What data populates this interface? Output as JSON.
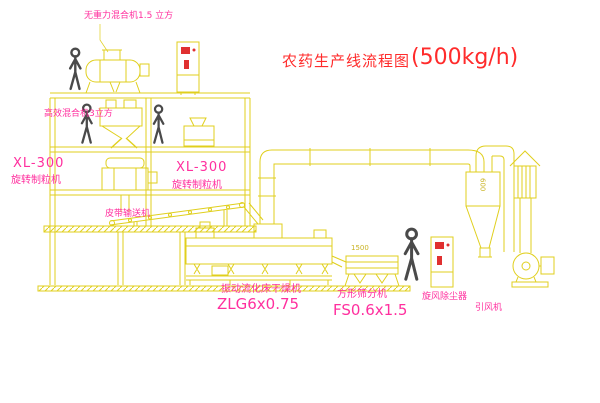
{
  "title": {
    "main": "农药生产线流程图",
    "capacity": "(500kg/h)"
  },
  "labels": {
    "gravity_mixer": "无重力混合机1.5 立方",
    "high_eff_mixer": "高效混合机3立方",
    "xl300_left_model": "XL-300",
    "xl300_left_name": "旋转制粒机",
    "xl300_mid_model": "XL-300",
    "xl300_mid_name": "旋转制粒机",
    "belt_conveyor": "皮带输送机",
    "dryer_name": "振动流化床干燥机",
    "dryer_model": "ZLG6x0.75",
    "sieve_name": "方形筛分机",
    "sieve_model": "FS0.6x1.5",
    "cyclone": "旋风除尘器",
    "fan": "引风机"
  },
  "dims": {
    "sieve": "1500",
    "duct": "600"
  },
  "colors": {
    "line_yellow": "#e0cf1d",
    "label_magenta": "#ff2f9e",
    "title_red": "#ff2b2b",
    "panel_accent_red": "#e03030",
    "figure_gray": "#4a4a4a",
    "background": "#ffffff"
  }
}
